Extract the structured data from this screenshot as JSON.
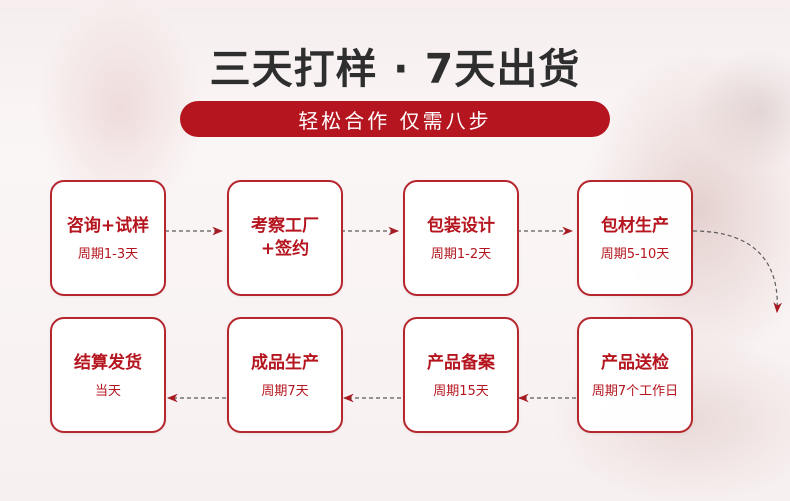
{
  "header": {
    "title": "三天打样 · 7天出货",
    "subtitle": "轻松合作 仅需八步"
  },
  "accent_color": "#b5151f",
  "steps": [
    {
      "name": "咨询+试样",
      "name2": "",
      "time": "周期1-3天"
    },
    {
      "name": "考察工厂",
      "name2": "+签约",
      "time": ""
    },
    {
      "name": "包装设计",
      "name2": "",
      "time": "周期1-2天"
    },
    {
      "name": "包材生产",
      "name2": "",
      "time": "周期5-10天"
    },
    {
      "name": "产品送检",
      "name2": "",
      "time": "周期7个工作日"
    },
    {
      "name": "产品备案",
      "name2": "",
      "time": "周期15天"
    },
    {
      "name": "成品生产",
      "name2": "",
      "time": "周期7天"
    },
    {
      "name": "结算发货",
      "name2": "",
      "time": "当天"
    }
  ]
}
